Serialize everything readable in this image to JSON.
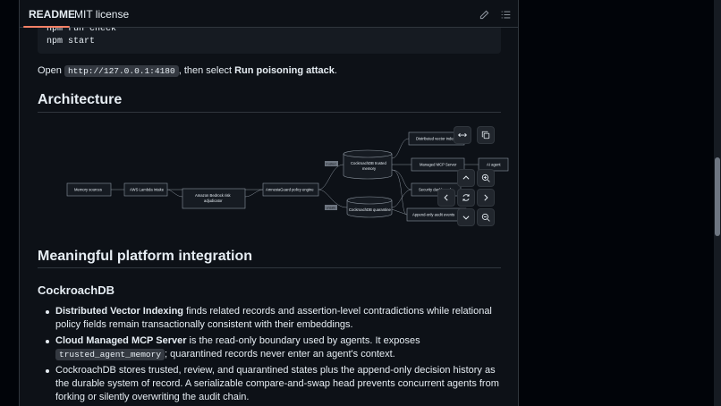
{
  "tabs": {
    "readme": "README",
    "license": "MIT license"
  },
  "code_block": {
    "lines": [
      "npm run check",
      "npm start"
    ]
  },
  "open_line": {
    "prefix": "Open ",
    "url": "http://127.0.0.1:4180",
    "middle": ", then select ",
    "action": "Run poisoning attack",
    "suffix": "."
  },
  "architecture": {
    "heading": "Architecture",
    "nodes": {
      "memory_sources": "Memory sources",
      "aws_lambda": "AWS Lambda intake",
      "bedrock": [
        "Amazon Bedrock risk",
        "adjudicator"
      ],
      "policy_engine": "AmnesiaGuard policy engine",
      "trusted_memory": [
        "CockroachDB trusted",
        "memory"
      ],
      "quarantine": "CockroachDB quarantine",
      "vector_index": "Distributed vector index",
      "mcp_server": "Managed MCP Server",
      "ai_agent": "AI agent",
      "security_dashboard": "Security dashboard",
      "audit_events": "Append-only audit events"
    },
    "edge_labels": {
      "trusted": "trusted",
      "unsafe": "unsafe"
    }
  },
  "integration": {
    "heading": "Meaningful platform integration",
    "subheading": "CockroachDB",
    "bullets": [
      {
        "bold": "Distributed Vector Indexing",
        "text": " finds related records and assertion-level contradictions while relational policy fields remain transactionally consistent with their embeddings."
      },
      {
        "bold": "Cloud Managed MCP Server",
        "text": " is the read-only boundary used by agents. It exposes ",
        "code": "trusted_agent_memory",
        "text_after": "; quarantined records never enter an agent's context."
      },
      {
        "text": "CockroachDB stores trusted, review, and quarantined states plus the append-only decision history as the durable system of record. A serializable compare-and-swap head prevents concurrent agents from forking or silently overwriting the audit chain."
      }
    ]
  },
  "icons": {
    "edit": "pencil-icon",
    "outline": "list-icon",
    "fullscreen": "arrows-horizontal-icon",
    "copy": "copy-icon",
    "pan_up": "chevron-up-icon",
    "zoom_in": "zoom-in-icon",
    "pan_left": "chevron-left-icon",
    "reset": "reset-icon",
    "pan_right": "chevron-right-icon",
    "pan_down": "chevron-down-icon",
    "zoom_out": "zoom-out-icon"
  },
  "colors": {
    "background": "#0d1117",
    "border": "#30363d",
    "accent": "#f78166",
    "text": "#e6edf3"
  }
}
